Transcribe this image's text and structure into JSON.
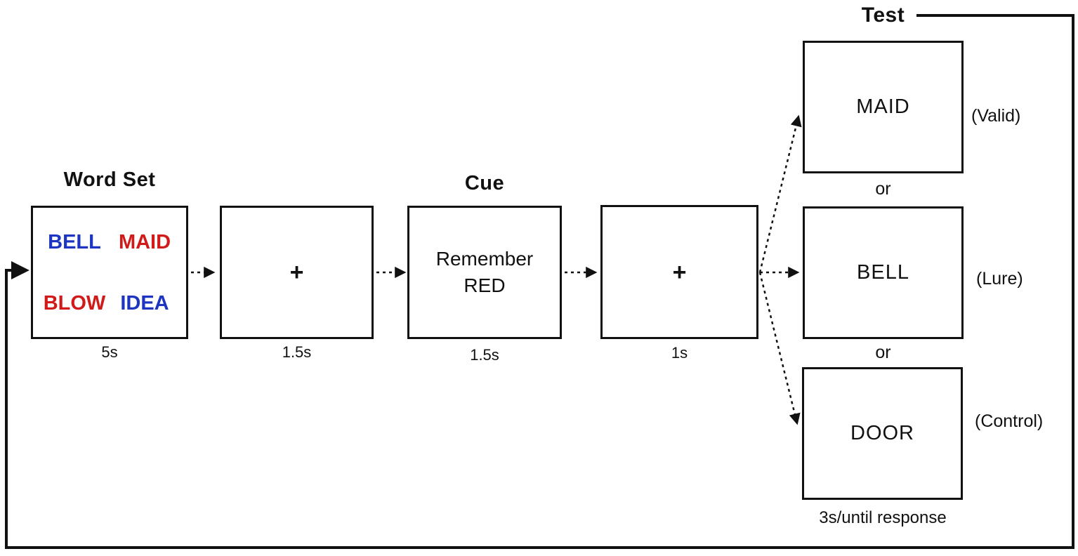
{
  "stages": {
    "word_set": {
      "title": "Word Set",
      "duration": "5s",
      "words": [
        {
          "text": "BELL",
          "color": "#1e35c1"
        },
        {
          "text": "MAID",
          "color": "#d11a1a"
        },
        {
          "text": "BLOW",
          "color": "#d11a1a"
        },
        {
          "text": "IDEA",
          "color": "#1e35c1"
        }
      ]
    },
    "fixation_1": {
      "symbol": "+",
      "duration": "1.5s"
    },
    "cue": {
      "title": "Cue",
      "text_line1": "Remember",
      "text_line2": "RED",
      "duration": "1.5s"
    },
    "fixation_2": {
      "symbol": "+",
      "duration": "1s"
    },
    "test": {
      "title": "Test",
      "duration": "3s/until response",
      "separator": "or",
      "options": [
        {
          "word": "MAID",
          "condition": "(Valid)"
        },
        {
          "word": "BELL",
          "condition": "(Lure)"
        },
        {
          "word": "DOOR",
          "condition": "(Control)"
        }
      ]
    }
  },
  "colors": {
    "word_blue": "#1e35c1",
    "word_red": "#d11a1a",
    "line": "#111111",
    "background": "#ffffff"
  }
}
